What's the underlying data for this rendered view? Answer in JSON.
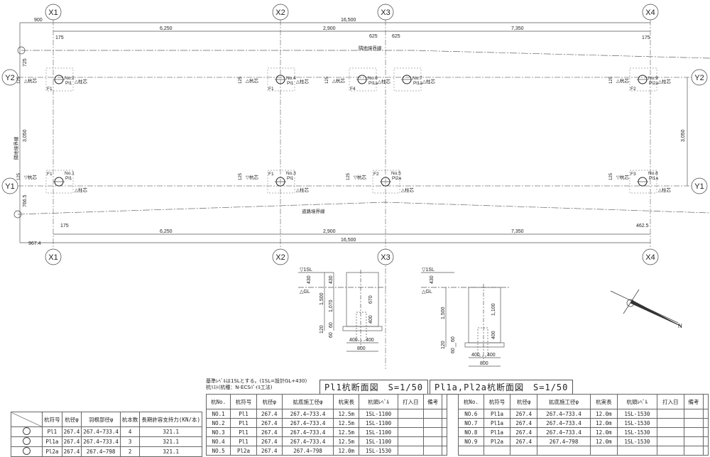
{
  "grid": {
    "x_axes": [
      "X1",
      "X2",
      "X3",
      "X4"
    ],
    "y_axes": [
      "Y1",
      "Y2"
    ]
  },
  "dims": {
    "top_total": "16,500",
    "top_left_offset": "900",
    "spans": [
      "6,250",
      "2,900",
      "7,350"
    ],
    "bottom_total": "16,500",
    "bottom_left_offset": "967.4",
    "top_175_left": "175",
    "top_175_right": "175",
    "top_625_a": "625",
    "top_625_b": "625",
    "bottom_175": "175",
    "bottom_462": "462.5",
    "left_725": "725",
    "left_3050": "3,050",
    "right_3050": "3,050",
    "left_766": "766.5",
    "dim_125": "125"
  },
  "plan_labels": {
    "neighbor_boundary": "隣地境界線",
    "road_boundary": "道路境界線",
    "pile_center": "杭芯",
    "column_center": "柱芯",
    "tri_pile_center": "▽杭芯",
    "delta_pile_center": "△杭芯",
    "delta_column_center": "△柱芯"
  },
  "piles": [
    {
      "no": "No.2",
      "sym": "Pl1",
      "f": "F1"
    },
    {
      "no": "No.4",
      "sym": "Pl1",
      "f": "F1"
    },
    {
      "no": "No.6",
      "sym": "Pl1a",
      "f": "F4"
    },
    {
      "no": "No.7",
      "sym": "Pl1a",
      "f": ""
    },
    {
      "no": "No.9",
      "sym": "Pl2a",
      "f": "F2"
    },
    {
      "no": "No.1",
      "sym": "Pl1",
      "f": "F1"
    },
    {
      "no": "No.3",
      "sym": "Pl1",
      "f": "F1"
    },
    {
      "no": "No.5",
      "sym": "Pl2a",
      "f": "F2"
    },
    {
      "no": "No.8",
      "sym": "Pl1a",
      "f": "F3"
    }
  ],
  "section1": {
    "title": "Pl1杭断面図　S=1/50",
    "sl": "▽1SL",
    "gl": "△GL",
    "d430a": "430",
    "d430b": "430",
    "d1500": "1,500",
    "d1070": "1,070",
    "d670": "670",
    "d400v": "400",
    "d60a": "60",
    "d120": "120",
    "d60b": "60",
    "w400a": "400",
    "w400b": "400",
    "w800": "800"
  },
  "section2": {
    "title": "Pl1a,Pl2a杭断面図　S=1/50",
    "sl": "▽1SL",
    "gl": "△GL",
    "d430": "430",
    "d1500": "1,500",
    "d1100": "1,100",
    "d400v": "400",
    "d60a": "60",
    "d120": "120",
    "d60b": "60",
    "w400a": "400",
    "w400b": "400",
    "w800": "800"
  },
  "north": "N",
  "notes": {
    "line1": "基準ﾚﾍﾞﾙは1SLとする。(1SL=設計GL+430)",
    "line2": "杭ﾘｽﾄ(杭種：N-ECSﾊﾟｲﾙ工法)"
  },
  "legend_table": {
    "headers": [
      "杭符号",
      "杭径φ",
      "羽根部径φ",
      "杭本数",
      "長期許容支持力(KN/本)"
    ],
    "rows": [
      [
        "Pl1",
        "267.4",
        "267.4~733.4",
        "4",
        "321.1"
      ],
      [
        "Pl1a",
        "267.4",
        "267.4~733.4",
        "3",
        "321.1"
      ],
      [
        "Pl2a",
        "267.4",
        "267.4~798",
        "2",
        "321.1"
      ]
    ]
  },
  "pile_list_headers": [
    "杭No.",
    "杭符号",
    "杭径φ",
    "拡底施工径φ",
    "杭実長",
    "杭頭ﾚﾍﾞﾙ",
    "打入日",
    "備考"
  ],
  "pile_list_1": [
    [
      "NO.1",
      "Pl1",
      "267.4",
      "267.4~733.4",
      "12.5m",
      "1SL-1100",
      "",
      ""
    ],
    [
      "NO.2",
      "Pl1",
      "267.4",
      "267.4~733.4",
      "12.5m",
      "1SL-1100",
      "",
      ""
    ],
    [
      "NO.3",
      "Pl1",
      "267.4",
      "267.4~733.4",
      "12.5m",
      "1SL-1100",
      "",
      ""
    ],
    [
      "NO.4",
      "Pl1",
      "267.4",
      "267.4~733.4",
      "12.5m",
      "1SL-1100",
      "",
      ""
    ],
    [
      "NO.5",
      "Pl2a",
      "267.4",
      "267.4~798",
      "12.0m",
      "1SL-1530",
      "",
      ""
    ]
  ],
  "pile_list_2": [
    [
      "NO.6",
      "Pl1a",
      "267.4",
      "267.4~733.4",
      "12.0m",
      "1SL-1530",
      "",
      ""
    ],
    [
      "NO.7",
      "Pl1a",
      "267.4",
      "267.4~733.4",
      "12.0m",
      "1SL-1530",
      "",
      ""
    ],
    [
      "NO.8",
      "Pl1a",
      "267.4",
      "267.4~733.4",
      "12.0m",
      "1SL-1530",
      "",
      ""
    ],
    [
      "NO.9",
      "Pl2a",
      "267.4",
      "267.4~798",
      "12.0m",
      "1SL-1530",
      "",
      ""
    ],
    [
      "",
      "",
      "",
      "",
      "",
      "",
      "",
      ""
    ]
  ]
}
